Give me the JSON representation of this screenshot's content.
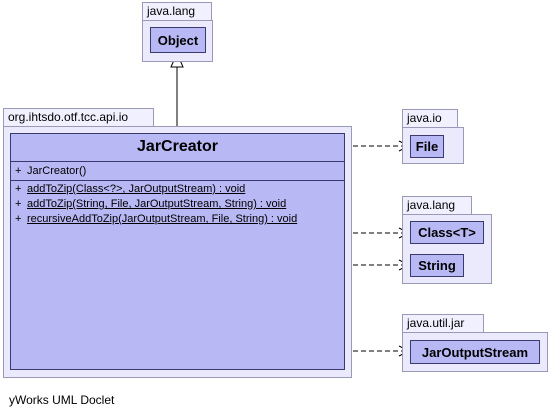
{
  "packages": {
    "java_lang_top": "java.lang",
    "api_io": "org.ihtsdo.otf.tcc.api.io",
    "java_io": "java.io",
    "java_lang": "java.lang",
    "java_util_jar": "java.util.jar"
  },
  "classes": {
    "object": "Object",
    "file": "File",
    "class_t": "Class<T>",
    "string": "String",
    "jar_output_stream": "JarOutputStream"
  },
  "main_class": {
    "name": "JarCreator",
    "constructors": [
      {
        "visibility": "+",
        "signature": "JarCreator()"
      }
    ],
    "methods": [
      {
        "visibility": "+",
        "signature": "addToZip(Class<?>, JarOutputStream) : void"
      },
      {
        "visibility": "+",
        "signature": "addToZip(String, File, JarOutputStream, String) : void"
      },
      {
        "visibility": "+",
        "signature": "recursiveAddToZip(JarOutputStream, File, String) : void"
      }
    ]
  },
  "footer": "yWorks UML Doclet",
  "colors": {
    "class_fill": "#b8b8f4",
    "package_fill": "#eaeafc",
    "package_border": "#9a9ab8",
    "class_border": "#3a3a70"
  }
}
